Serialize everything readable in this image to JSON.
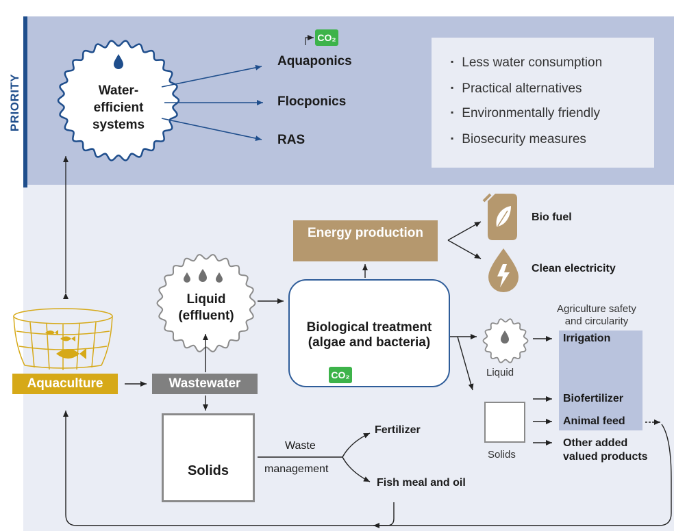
{
  "priority": {
    "label": "PRIORITY",
    "water_efficient": "Water-\nefficient\nsystems",
    "systems": [
      "Aquaponics",
      "Flocponics",
      "RAS"
    ],
    "co2": "CO₂",
    "benefits": [
      "Less water consumption",
      "Practical alternatives",
      "Environmentally friendly",
      "Biosecurity measures"
    ]
  },
  "energy": {
    "title": "Energy production",
    "outputs": [
      "Bio fuel",
      "Clean electricity"
    ]
  },
  "liquid_effluent": "Liquid\n(effluent)",
  "biological": {
    "title": "Biological treatment\n(algae and bacteria)",
    "co2": "CO₂"
  },
  "aquaculture": "Aquaculture",
  "wastewater": "Wastewater",
  "solids": "Solids",
  "waste_management": {
    "line1": "Waste",
    "line2": "management"
  },
  "solids_outputs": [
    "Fertilizer",
    "Fish meal and oil"
  ],
  "agri": {
    "header": "Agriculture safety\nand circularity",
    "liquid_label": "Liquid",
    "solids_label": "Solids",
    "items": [
      "Irrigation",
      "Biofertilizer",
      "Animal feed",
      "Other added\nvalued products"
    ]
  },
  "colors": {
    "navy": "#1f4e8c",
    "panel": "#b9c3dd",
    "gold": "#d6a918",
    "tan": "#b5986e",
    "green": "#3db34a",
    "gray": "#808080"
  }
}
